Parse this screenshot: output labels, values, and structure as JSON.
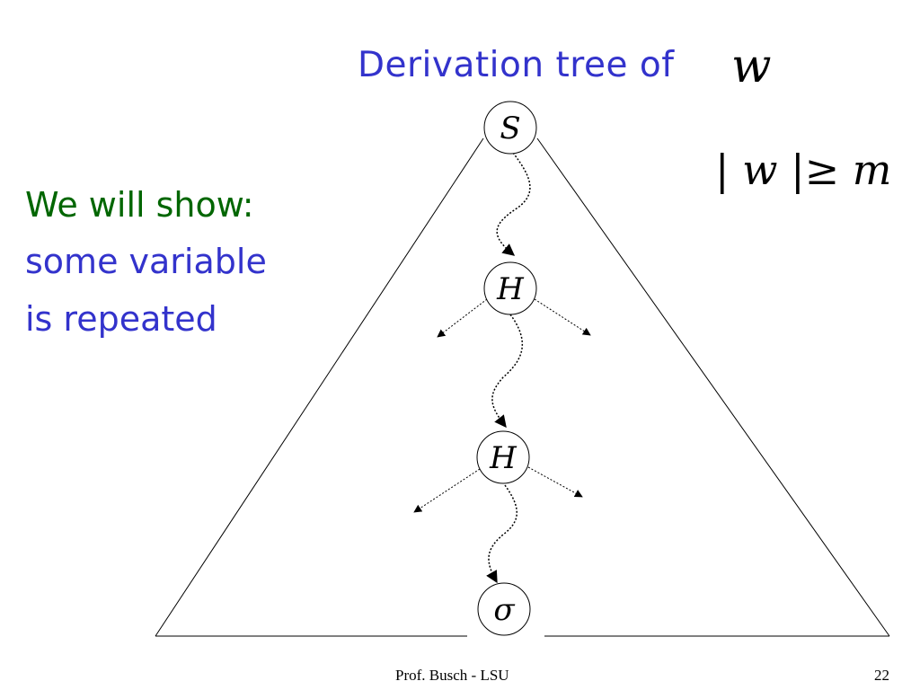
{
  "slide": {
    "title": "Derivation tree of",
    "title_variable": "w",
    "condition": "| w |≥ m",
    "claim_lines": [
      "We will show:",
      "some variable",
      "is repeated"
    ],
    "footer_author": "Prof. Busch - LSU",
    "page_number": "22"
  },
  "tree": {
    "nodes": [
      {
        "id": "root",
        "label": "S"
      },
      {
        "id": "first-repeat",
        "label": "H"
      },
      {
        "id": "second-repeat",
        "label": "H"
      },
      {
        "id": "leaf",
        "label": "σ"
      }
    ]
  },
  "colors": {
    "title": "#3333cc",
    "claim_heading": "#006600",
    "claim_body": "#3333cc",
    "lines": "#000000"
  }
}
